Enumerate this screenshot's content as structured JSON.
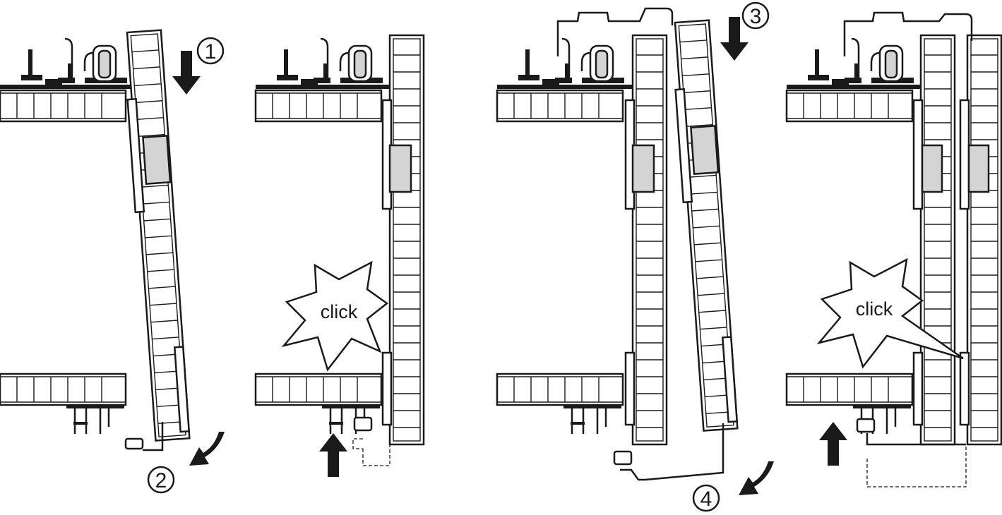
{
  "steps": {
    "step1": "1",
    "step2": "2",
    "step3": "3",
    "step4": "4"
  },
  "callouts": {
    "click_a": "click",
    "click_b": "click"
  },
  "colors": {
    "line": "#1a1a1a",
    "panel_fill": "#d4d4d4",
    "background": "#ffffff"
  }
}
